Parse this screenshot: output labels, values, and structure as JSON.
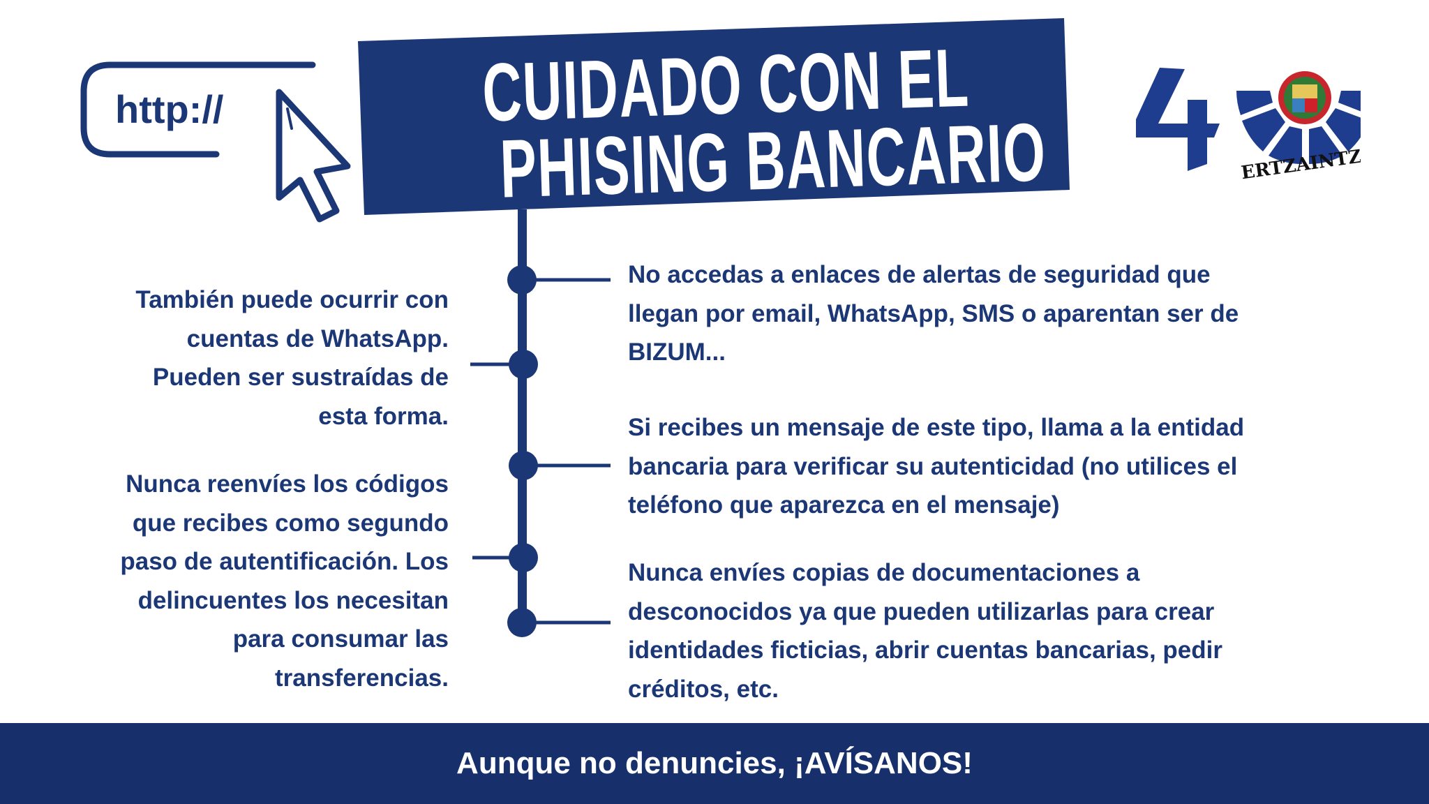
{
  "colors": {
    "navy": "#1c3776",
    "footer": "#172f6a",
    "text_on_dark": "#ffffff"
  },
  "header": {
    "url_icon_text": "http://",
    "title_lines": [
      "CUIDADO CON EL",
      "PHISING BANCARIO"
    ],
    "logo": {
      "number": "4",
      "wordmark": "ERTZAINTZA"
    }
  },
  "right_items": [
    {
      "lines": [
        "No accedas a enlaces de alertas de seguridad que",
        "llegan por email, WhatsApp, SMS o aparentan ser de",
        "BIZUM..."
      ]
    },
    {
      "lines": [
        "Si recibes un mensaje de este tipo, llama a la entidad",
        "bancaria para verificar su autenticidad (no utilices el",
        "teléfono que aparezca en el mensaje)"
      ]
    },
    {
      "lines": [
        "Nunca envíes copias de documentaciones a",
        "desconocidos ya que pueden utilizarlas para crear",
        "identidades ficticias, abrir cuentas bancarias, pedir",
        "créditos, etc."
      ]
    }
  ],
  "left_items": [
    {
      "lines": [
        "También puede ocurrir con",
        "cuentas de WhatsApp.",
        "Pueden ser sustraídas de",
        "esta forma."
      ]
    },
    {
      "lines": [
        "Nunca reenvíes los códigos",
        "que recibes como segundo",
        "paso de autentificación. Los",
        "delincuentes los necesitan",
        "para consumar las",
        "transferencias."
      ]
    }
  ],
  "footer": {
    "text": "Aunque no denuncies, ¡AVÍSANOS!"
  }
}
